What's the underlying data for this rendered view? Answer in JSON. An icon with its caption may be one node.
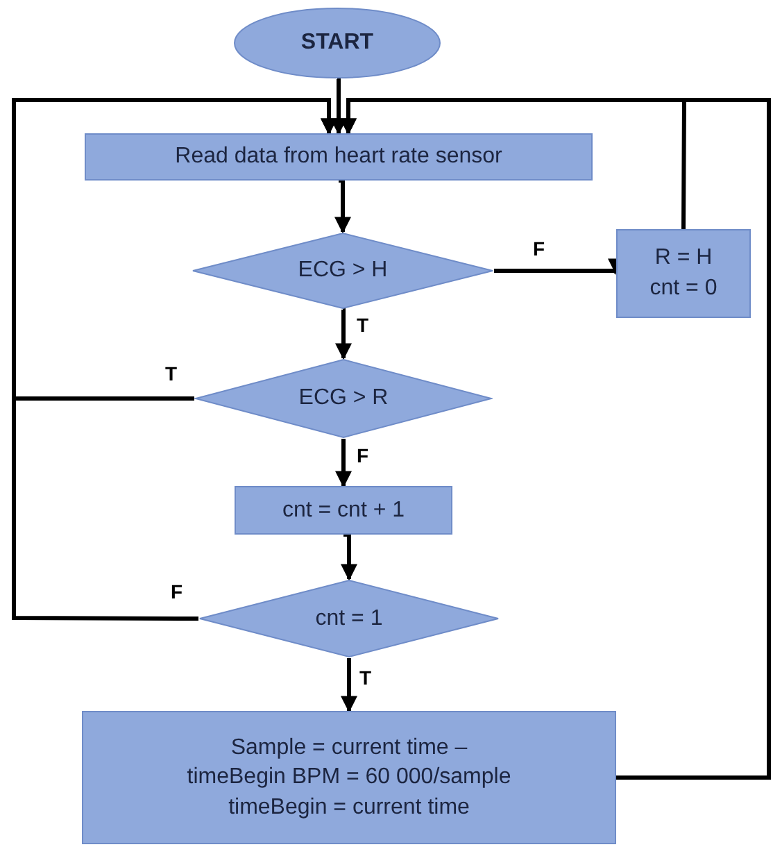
{
  "diagram": {
    "nodes": [
      {
        "text": [
          "START"
        ]
      },
      {
        "text": [
          "Read data from heart rate sensor"
        ]
      },
      {
        "text": [
          "ECG > H"
        ]
      },
      {
        "text": [
          "R = H cnt = 0"
        ]
      },
      {
        "text": [
          "ECG > R"
        ]
      },
      {
        "text": [
          "cnt = cnt + 1"
        ]
      },
      {
        "text": [
          "cnt = 1"
        ]
      },
      {
        "text": [
          "Sample = current time – timeBegin BPM = 60 000/sample timeBegin = current time"
        ]
      }
    ],
    "edges": [
      {
        "from": 0,
        "to": 1,
        "arrow": "to"
      },
      {
        "from": 1,
        "to": 2,
        "arrow": "to"
      },
      {
        "from": 2,
        "to": 3,
        "label": "F",
        "arrow": "to"
      },
      {
        "from": 2,
        "to": 4,
        "label": "T",
        "arrow": "to"
      },
      {
        "from": 3,
        "to": 1,
        "arrow": "to"
      },
      {
        "from": 4,
        "to": 1,
        "label": "T",
        "arrow": "to"
      },
      {
        "from": 4,
        "to": 5,
        "label": "F",
        "arrow": "to"
      },
      {
        "from": 5,
        "to": 6,
        "arrow": "to"
      },
      {
        "from": 6,
        "to": 1,
        "label": "F",
        "arrow": "to"
      },
      {
        "from": 6,
        "to": 7,
        "label": "T",
        "arrow": "to"
      },
      {
        "from": 7,
        "to": 1,
        "arrow": "to"
      }
    ]
  }
}
